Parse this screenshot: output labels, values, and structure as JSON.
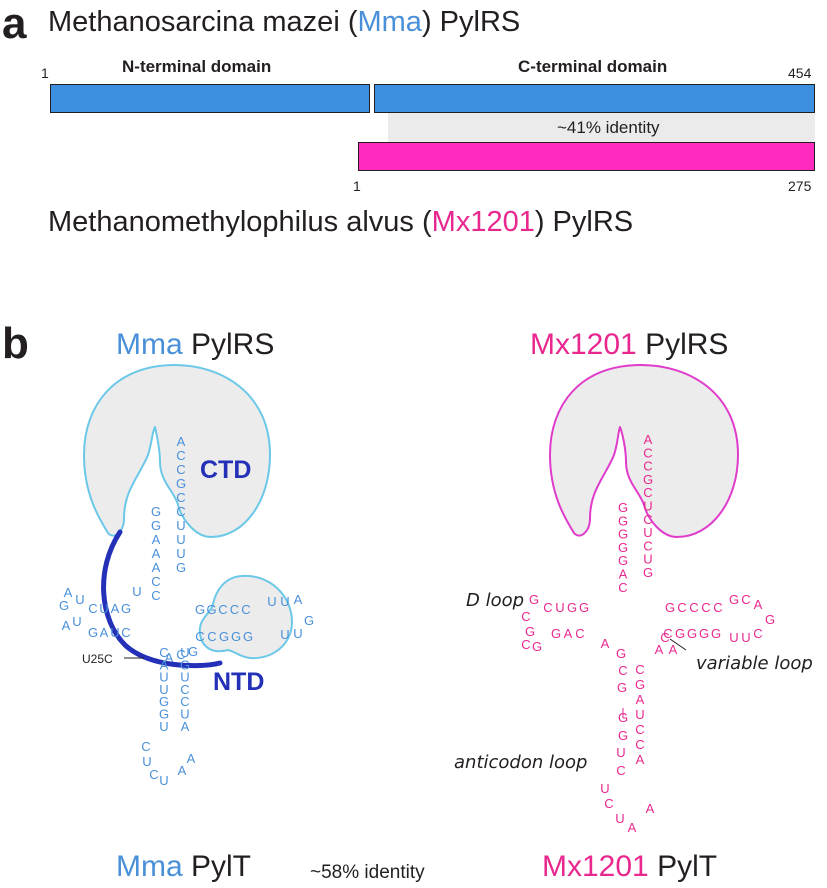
{
  "colors": {
    "mma": "#4a90d9",
    "mx": "#e8288f",
    "blue_bar": "#3d8fe0",
    "pink_bar": "#ff2bbf",
    "identity_band": "#ebebeb",
    "mma_outline": "#6cc8e8",
    "mx_outline": "#e03ccc",
    "linker": "#2530b8",
    "grey_fill": "#ececec",
    "text": "#231f20"
  },
  "panel_a": {
    "letter": "a",
    "mma_title": {
      "prefix": "Methanosarcina mazei (",
      "abbr": "Mma",
      "suffix": ") PylRS"
    },
    "mx_title": {
      "prefix": "Methanomethylophilus alvus (",
      "abbr": "Mx1201",
      "suffix": ") PylRS"
    },
    "n_domain_label": "N-terminal domain",
    "c_domain_label": "C-terminal domain",
    "mma_start": "1",
    "mma_end": "454",
    "mx_start": "1",
    "mx_end": "275",
    "identity": "~41% identity"
  },
  "panel_b": {
    "letter": "b",
    "mma_header": {
      "abbr": "Mma",
      "rest": " PylRS"
    },
    "mx_header": {
      "abbr": "Mx1201",
      "rest": " PylRS"
    },
    "ctd": "CTD",
    "ntd": "NTD",
    "mutation": "U25C",
    "d_loop": "D loop",
    "variable_loop": "variable loop",
    "anticodon_loop": "anticodon loop",
    "mma_footer": {
      "abbr": "Mma",
      "rest": " PylT"
    },
    "mx_footer": {
      "abbr": "Mx1201",
      "rest": " PylT"
    },
    "trna_identity": "~58% identity"
  },
  "mma_trna": {
    "acceptor_3p": "ACCGCCUUUG",
    "acceptor_5p": "GGAAACC",
    "t_stem_top": "GGCCC",
    "t_loop": "UUAGUU",
    "t_stem_bottom": "CCGGG",
    "d_stem_top": "CUAG",
    "d_loop": "UAGUA",
    "d_stem_bottom": "GAUC",
    "connector": "U",
    "variable": "GCA",
    "ac_stem_left": "CAUUGGU",
    "ac_stem_right": "UGUCCUA",
    "ac_loop": "CUCUAA"
  },
  "mx_trna": {
    "acceptor_3p": "ACCGCUCUCUG",
    "acceptor_5p": "GGGGGAC",
    "t_stem_top": "GCCCC",
    "t_loop": "GCAGCUU",
    "t_stem_bottom": "CGGGG",
    "d_stem_top": "CUGG",
    "d_loop": "GCGGC",
    "d_stem_bottom": "GAC",
    "variable": "CAA",
    "ac_stem_left": "AGCGGGUC",
    "ac_stem_right": "CGAUCCA",
    "ac_loop": "UCUAA"
  }
}
